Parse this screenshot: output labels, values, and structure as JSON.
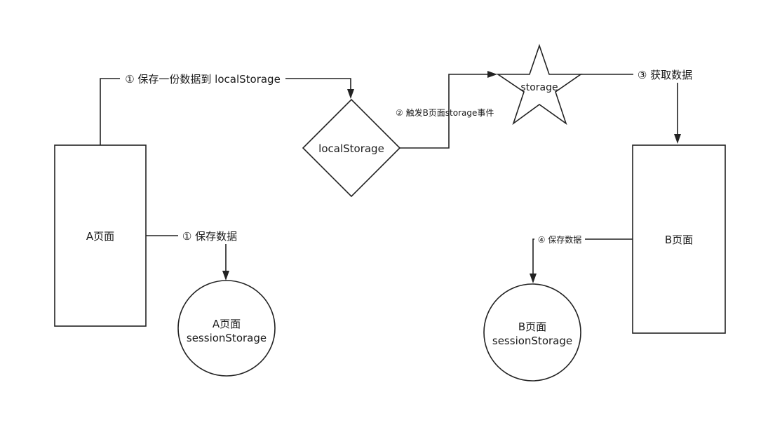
{
  "nodes": {
    "page_a": {
      "label": "A页面"
    },
    "page_b": {
      "label": "B页面"
    },
    "local_storage": {
      "label": "localStorage"
    },
    "storage_event": {
      "label": "storage"
    },
    "session_a": {
      "line1": "A页面",
      "line2": "sessionStorage"
    },
    "session_b": {
      "line1": "B页面",
      "line2": "sessionStorage"
    }
  },
  "edges": {
    "a_to_local": {
      "label": "① 保存一份数据到 localStorage"
    },
    "local_to_storage": {
      "label": "② 触发B页面storage事件"
    },
    "storage_to_b": {
      "label": "③ 获取数据"
    },
    "a_to_session": {
      "label": "① 保存数据"
    },
    "b_to_session": {
      "label": "④ 保存数据"
    }
  },
  "colors": {
    "stroke": "#222222",
    "fill": "#ffffff",
    "text": "#1a1a1a"
  }
}
